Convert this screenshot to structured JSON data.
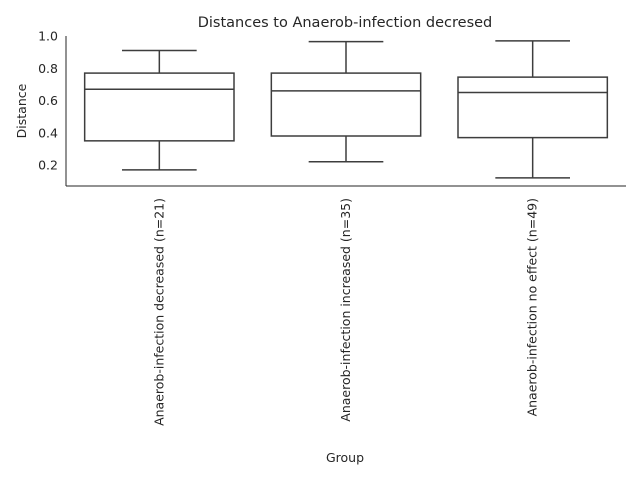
{
  "chart_data": {
    "type": "box",
    "title": "Distances to Anaerob-infection decresed",
    "xlabel": "Group",
    "ylabel": "Distance",
    "ylim": [
      0.07,
      1.0
    ],
    "yticks": [
      0.2,
      0.4,
      0.6,
      0.8,
      1.0
    ],
    "ytick_labels": [
      "0.2",
      "0.4",
      "0.6",
      "0.8",
      "1.0"
    ],
    "grid": false,
    "categories": [
      "Anaerob-infection decreased (n=21)",
      "Anaerob-infection increased (n=35)",
      "Anaerob-infection no effect (n=49)"
    ],
    "boxes": [
      {
        "whisker_low": 0.17,
        "q1": 0.35,
        "median": 0.67,
        "q3": 0.77,
        "whisker_high": 0.91
      },
      {
        "whisker_low": 0.22,
        "q1": 0.38,
        "median": 0.66,
        "q3": 0.77,
        "whisker_high": 0.965
      },
      {
        "whisker_low": 0.12,
        "q1": 0.37,
        "median": 0.65,
        "q3": 0.745,
        "whisker_high": 0.97
      }
    ],
    "colors": {
      "box_fill": "#ffffff",
      "line": "#3d3d3d",
      "axis": "#262626"
    }
  }
}
